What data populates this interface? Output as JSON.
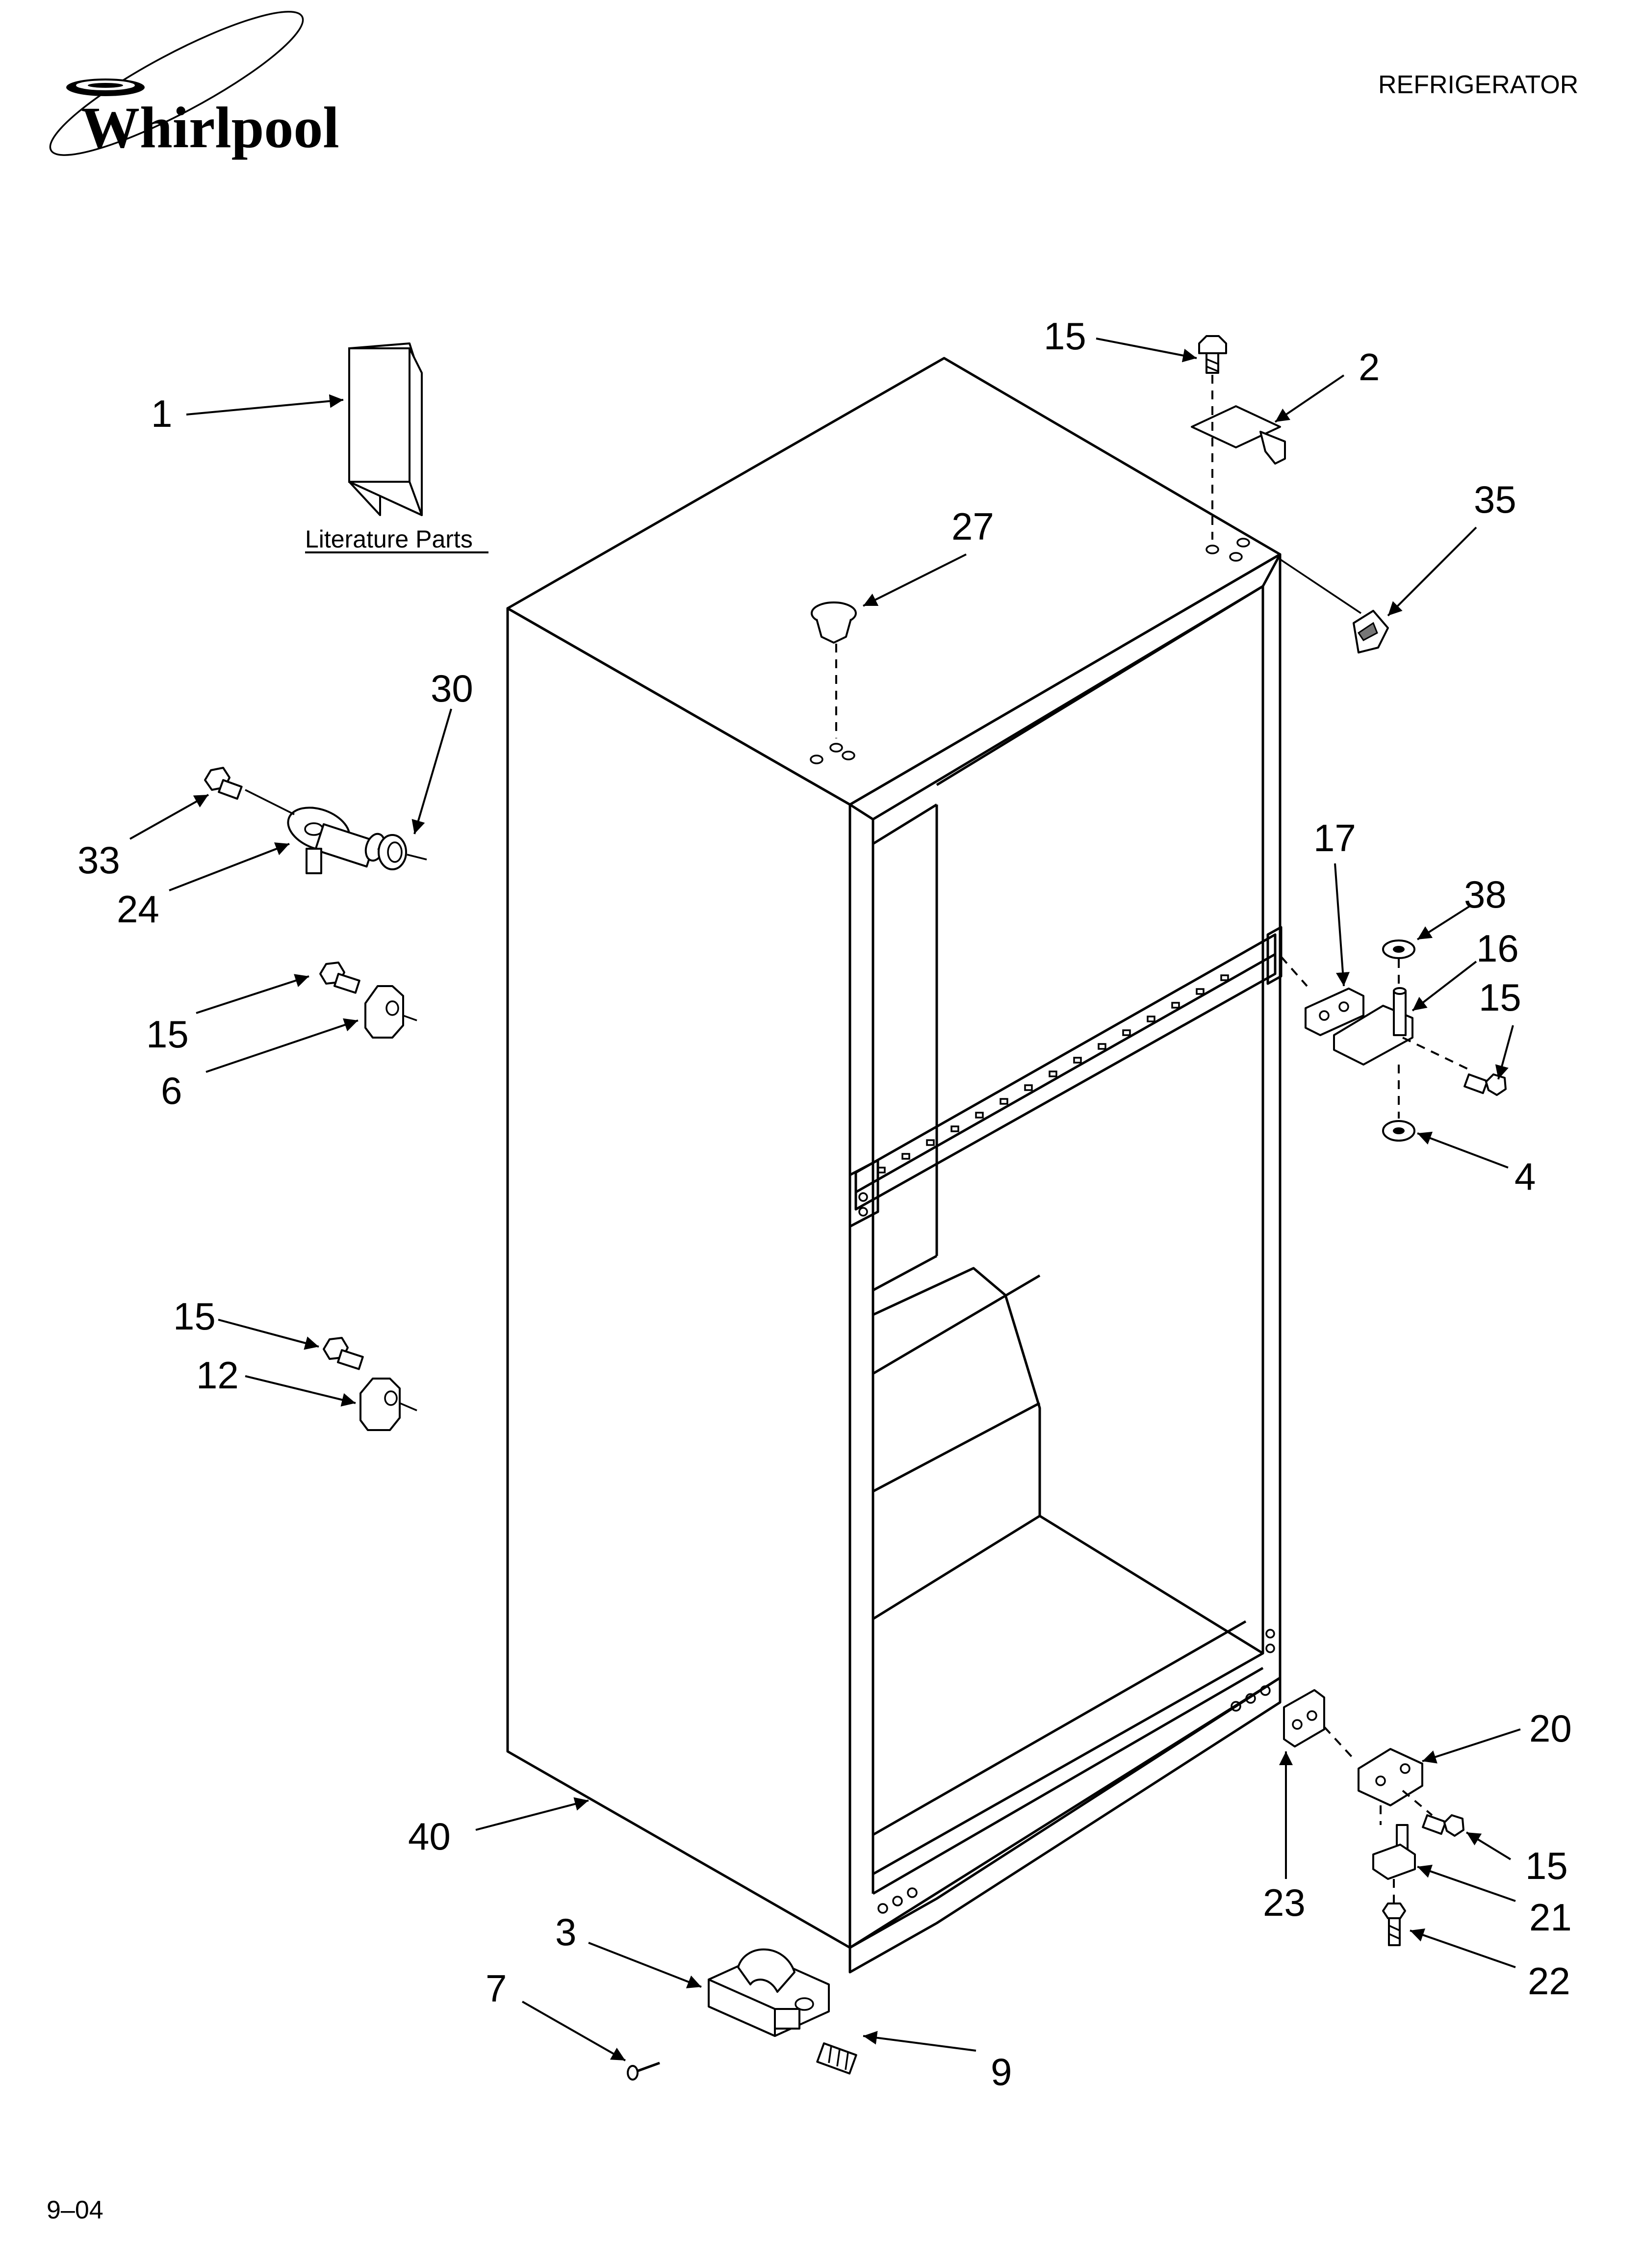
{
  "brand": {
    "name": "Whirlpool"
  },
  "header": {
    "product": "REFRIGERATOR"
  },
  "footer": {
    "date_code": "9–04"
  },
  "literature": {
    "label": "Literature Parts"
  },
  "callouts": {
    "c1": "1",
    "c2": "2",
    "c3": "3",
    "c4": "4",
    "c6": "6",
    "c7": "7",
    "c9": "9",
    "c12": "12",
    "c15a": "15",
    "c15b": "15",
    "c15c": "15",
    "c15d": "15",
    "c15e": "15",
    "c16": "16",
    "c17": "17",
    "c20": "20",
    "c21": "21",
    "c22": "22",
    "c23": "23",
    "c24": "24",
    "c27": "27",
    "c30": "30",
    "c33": "33",
    "c35": "35",
    "c38": "38",
    "c40": "40"
  }
}
